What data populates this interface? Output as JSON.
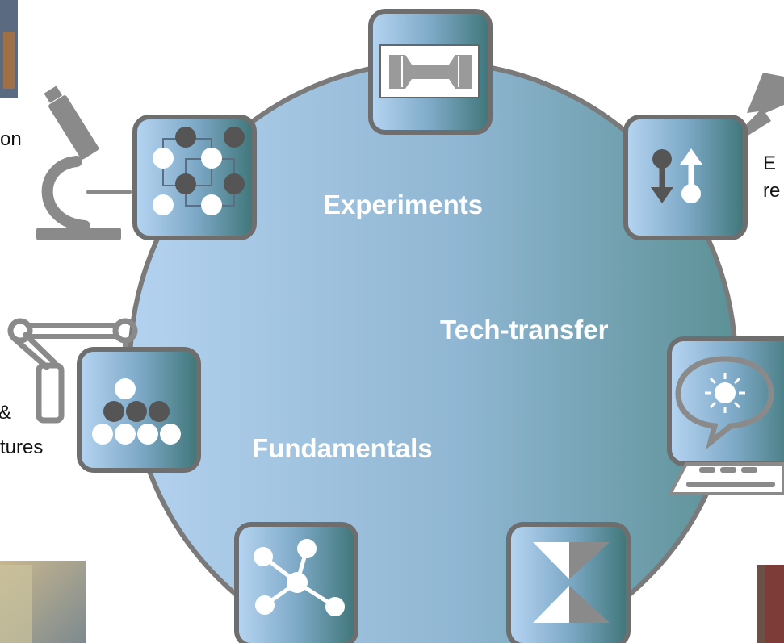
{
  "ring": {
    "labels": {
      "experiments": "Experiments",
      "tech_transfer": "Tech-transfer",
      "fundamentals": "Fundamentals"
    }
  },
  "side_labels": {
    "left_top": "on",
    "left_mid_line1": "&",
    "left_mid_line2": "tures",
    "right_top_line1": "E",
    "right_top_line2": "re"
  },
  "colors": {
    "ring_fill_left": "#a9c9ea",
    "ring_fill_right": "#5a8f93",
    "ring_stroke": "#7a7a7a",
    "tile_stroke": "#6e6e6e",
    "icon_gray": "#8a8a8a"
  },
  "icons": [
    "microscope-icon",
    "crystal-lattice-icon",
    "tensile-specimen-icon",
    "spin-arrows-icon",
    "lightning-icon",
    "robot-arm-icon",
    "atom-stack-icon",
    "computer-monitor-icon",
    "molecule-network-icon",
    "hourglass-icon"
  ]
}
